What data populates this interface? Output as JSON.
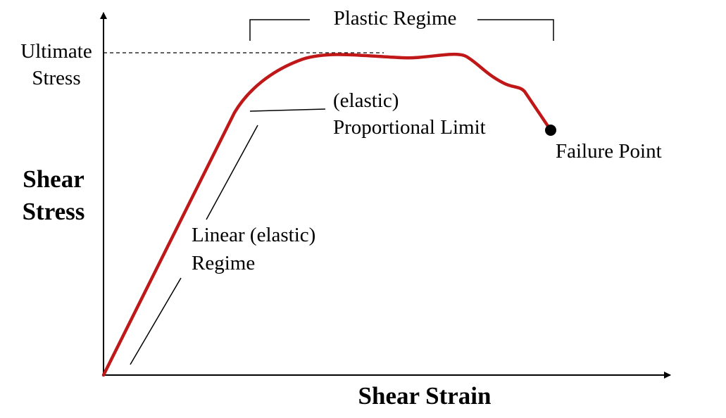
{
  "diagram": {
    "axes": {
      "x_label": "Shear Strain",
      "y_label_line1": "Shear",
      "y_label_line2": "Stress"
    },
    "labels": {
      "ultimate_line1": "Ultimate",
      "ultimate_line2": "Stress",
      "plastic_regime": "Plastic Regime",
      "proportional_line1": "(elastic)",
      "proportional_line2": "Proportional Limit",
      "failure_point": "Failure Point",
      "linear_line1": "Linear (elastic)",
      "linear_line2": "Regime"
    },
    "colors": {
      "curve": "#c01818",
      "ink": "#000000",
      "background": "#ffffff"
    }
  }
}
